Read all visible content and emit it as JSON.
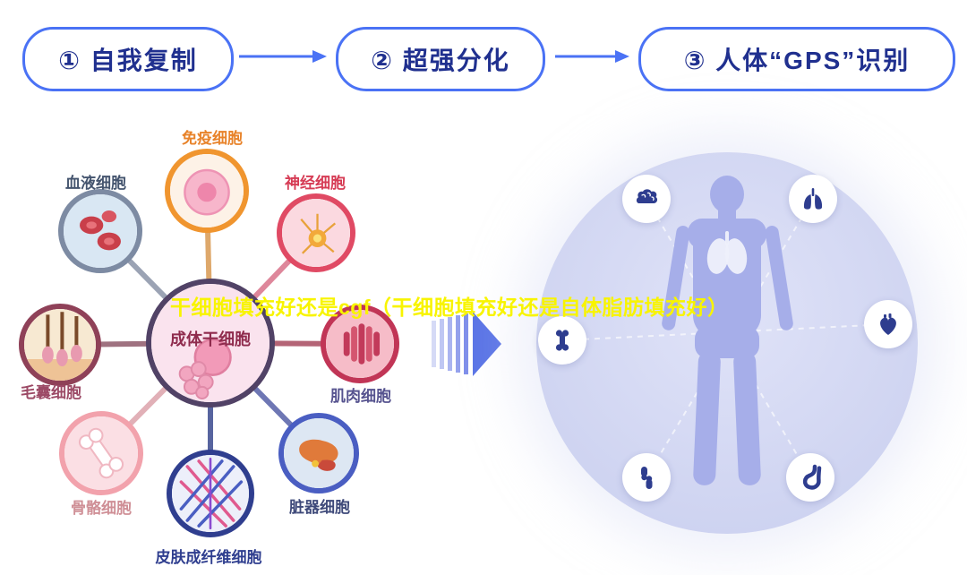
{
  "title_overlay": "干细胞填充好还是cgf（干细胞填充好还是自体脂肪填充好）",
  "steps": [
    {
      "label": "① 自我复制"
    },
    {
      "label": "② 超强分化"
    },
    {
      "label": "③ 人体“GPS”识别"
    }
  ],
  "stem_diagram": {
    "center_label": "成体干细胞",
    "cells": [
      {
        "id": "immune",
        "label": "免疫细胞",
        "ring_color": "#f0952f"
      },
      {
        "id": "nerve",
        "label": "神经细胞",
        "ring_color": "#e04a64"
      },
      {
        "id": "blood",
        "label": "血液细胞",
        "ring_color": "#7d8ba3"
      },
      {
        "id": "hair",
        "label": "毛囊细胞",
        "ring_color": "#8f4158"
      },
      {
        "id": "bone",
        "label": "骨骼细胞",
        "ring_color": "#f2a2ac"
      },
      {
        "id": "skin",
        "label": "皮肤成纤维细胞",
        "ring_color": "#2f3e8f"
      },
      {
        "id": "organ",
        "label": "脏器细胞",
        "ring_color": "#4a5ec2"
      },
      {
        "id": "muscle",
        "label": "肌肉细胞",
        "ring_color": "#c13556"
      }
    ]
  },
  "body_map": {
    "icons": [
      "brain-icon",
      "lungs-icon",
      "bone-icon",
      "heart-icon",
      "knee-joint-icon",
      "stomach-icon"
    ]
  },
  "colors": {
    "step_border": "#4a72f5",
    "step_text": "#20308f",
    "overlay_yellow": "#f8f400",
    "map_circle": "#d2d6f2",
    "silhouette": "#a6aee9",
    "icon_navy": "#2e3d8f"
  }
}
